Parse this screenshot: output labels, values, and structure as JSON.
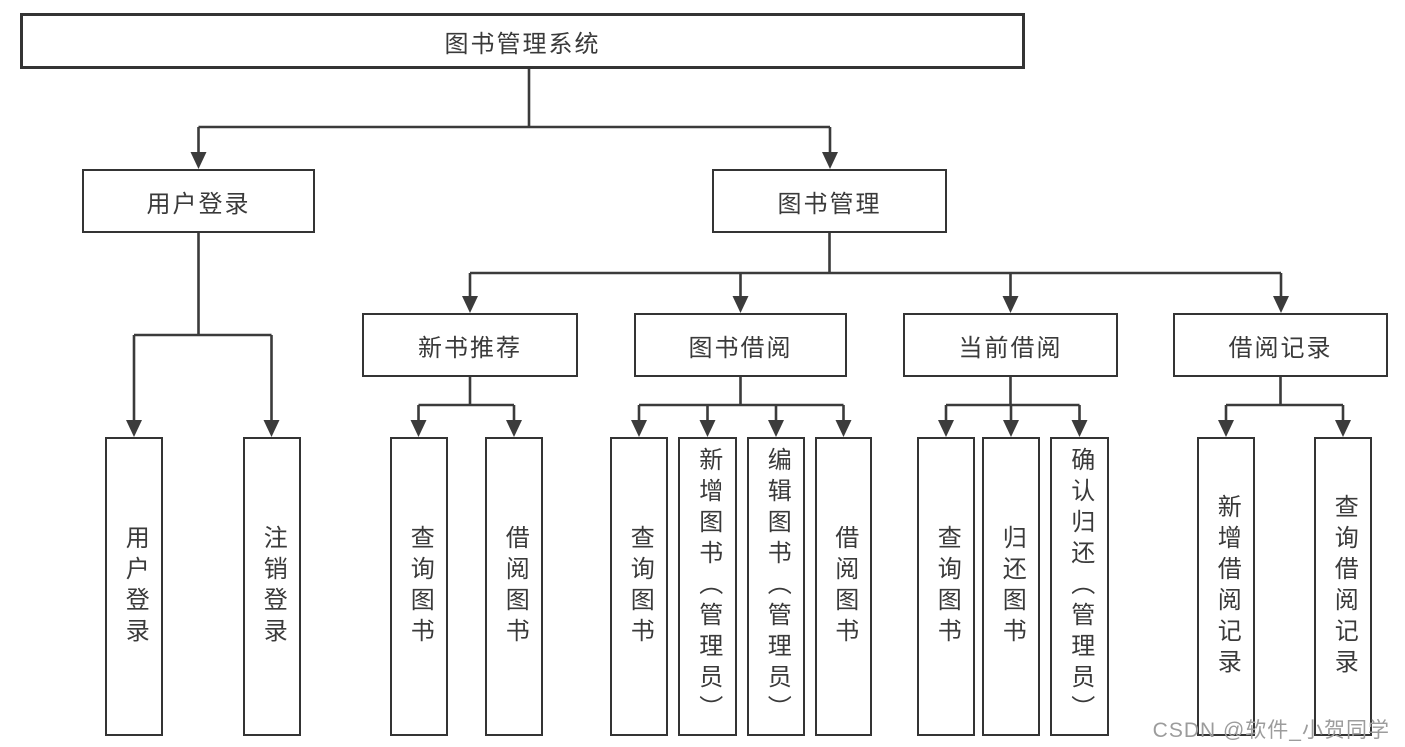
{
  "diagram": {
    "root_label": "图书管理系统",
    "level2": [
      {
        "label": "用户登录",
        "children": [
          "用户登录",
          "注销登录"
        ]
      },
      {
        "label": "图书管理"
      }
    ],
    "level3": [
      {
        "label": "新书推荐",
        "children": [
          "查询图书",
          "借阅图书"
        ]
      },
      {
        "label": "图书借阅",
        "children": [
          "查询图书",
          "新增图书（管理员）",
          "编辑图书（管理员）",
          "借阅图书"
        ]
      },
      {
        "label": "当前借阅",
        "children": [
          "查询图书",
          "归还图书",
          "确认归还（管理员）"
        ]
      },
      {
        "label": "借阅记录",
        "children": [
          "新增借阅记录",
          "查询借阅记录"
        ]
      }
    ]
  },
  "watermark": "CSDN @软件_小贺同学",
  "colors": {
    "line": "#3b3b3b",
    "box_border": "#343434",
    "text": "#3a3a3a",
    "watermark": "#9c9c9c",
    "background": "#ffffff"
  }
}
